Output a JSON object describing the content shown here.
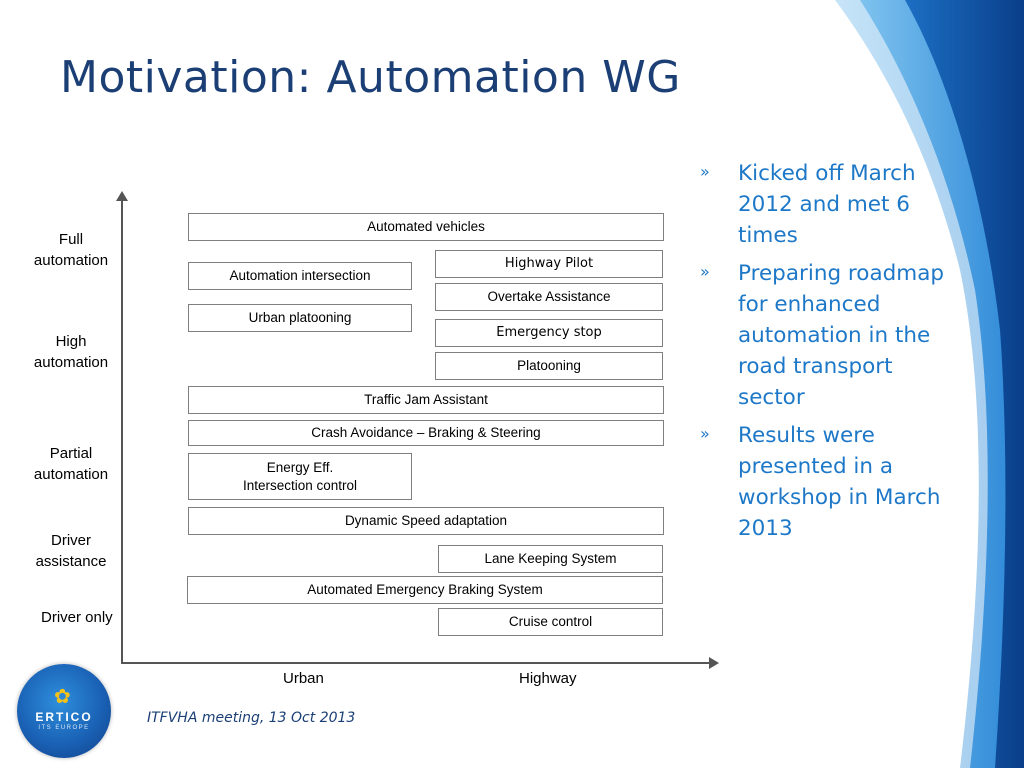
{
  "title": "Motivation: Automation WG",
  "y_levels": [
    {
      "label": "Full\nautomation"
    },
    {
      "label": "High\nautomation"
    },
    {
      "label": "Partial\nautomation"
    },
    {
      "label": "Driver\nassistance"
    },
    {
      "label": "Driver only"
    }
  ],
  "x_levels": [
    {
      "label": "Urban"
    },
    {
      "label": "Highway"
    }
  ],
  "boxes": [
    {
      "label": "Automated vehicles"
    },
    {
      "label": "Automation intersection"
    },
    {
      "label": "Highway Pilot"
    },
    {
      "label": "Overtake Assistance"
    },
    {
      "label": "Urban platooning"
    },
    {
      "label": "Emergency stop"
    },
    {
      "label": "Platooning"
    },
    {
      "label": "Traffic Jam Assistant"
    },
    {
      "label": "Crash Avoidance – Braking & Steering"
    },
    {
      "label": "Energy Eff.\nIntersection control"
    },
    {
      "label": "Dynamic Speed adaptation"
    },
    {
      "label": "Lane Keeping System"
    },
    {
      "label": "Automated Emergency Braking System"
    },
    {
      "label": "Cruise control"
    }
  ],
  "bullets": [
    {
      "marker": "»",
      "text": "Kicked off March 2012 and met 6 times"
    },
    {
      "marker": "»",
      "text": "Preparing roadmap for enhanced automation in the road transport sector"
    },
    {
      "marker": "»",
      "text": "Results were presented in a workshop in March 2013"
    }
  ],
  "logo": {
    "name": "ERTICO",
    "sub": "ITS EUROPE"
  },
  "footer": "ITFVHA meeting, 13 Oct 2013",
  "colors": {
    "title": "#1b3f75",
    "bullet_text": "#1e78c8",
    "swoosh_dark": "#0b4f9e",
    "swoosh_light": "#3fa3e6"
  }
}
